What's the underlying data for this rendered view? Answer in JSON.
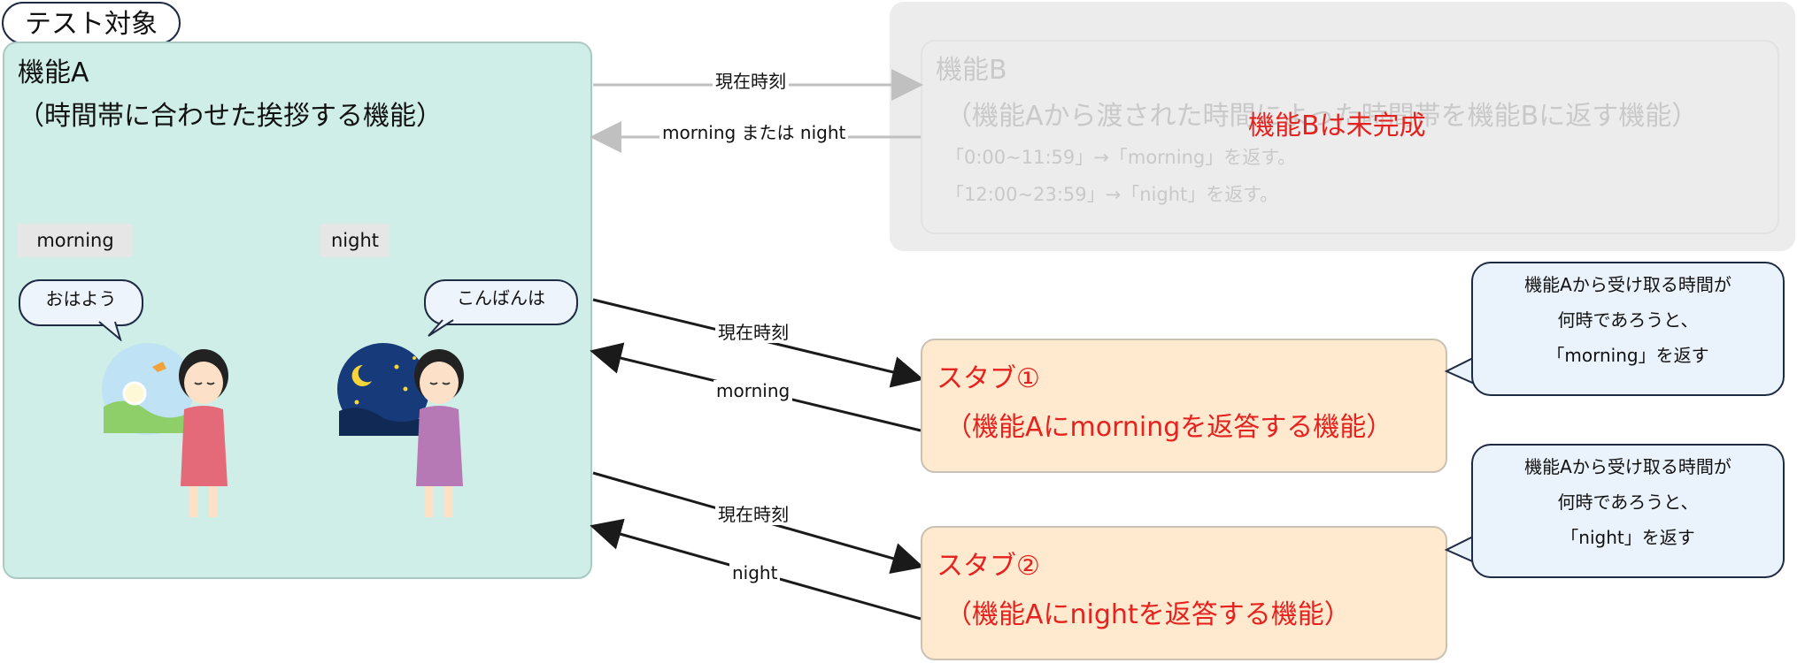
{
  "test_target_label": "テスト対象",
  "func_a": {
    "title": "機能A",
    "subtitle": "（時間帯に合わせた挨拶する機能）",
    "morning_tag": "morning",
    "night_tag": "night",
    "morning_bubble": "おはよう",
    "night_bubble": "こんばんは"
  },
  "func_b": {
    "title": "機能B",
    "subtitle": "（機能Aから渡された時間によった時間帯を機能Bに返す機能）",
    "rule1": "「0:00~11:59」→「morning」を返す。",
    "rule2": "「12:00~23:59」→「night」を返す。",
    "incomplete_note": "機能Bは未完成"
  },
  "arrows": {
    "to_b": "現在時刻",
    "from_b": "morning または night",
    "to_stub1": "現在時刻",
    "from_stub1": "morning",
    "to_stub2": "現在時刻",
    "from_stub2": "night"
  },
  "stub1": {
    "title": "スタブ①",
    "subtitle": "（機能Aにmorningを返答する機能）",
    "callout_lines": [
      "機能Aから受け取る時間が",
      "何時であろうと、",
      "「morning」を返す"
    ]
  },
  "stub2": {
    "title": "スタブ②",
    "subtitle": "（機能Aにnightを返答する機能）",
    "callout_lines": [
      "機能Aから受け取る時間が",
      "何時であろうと、",
      "「night」を返す"
    ]
  },
  "colors": {
    "func_a_bg": "#cfeee7",
    "stub_bg": "#ffe9cf",
    "accent_red": "#e5221d",
    "gray": "#c9c9c9"
  }
}
